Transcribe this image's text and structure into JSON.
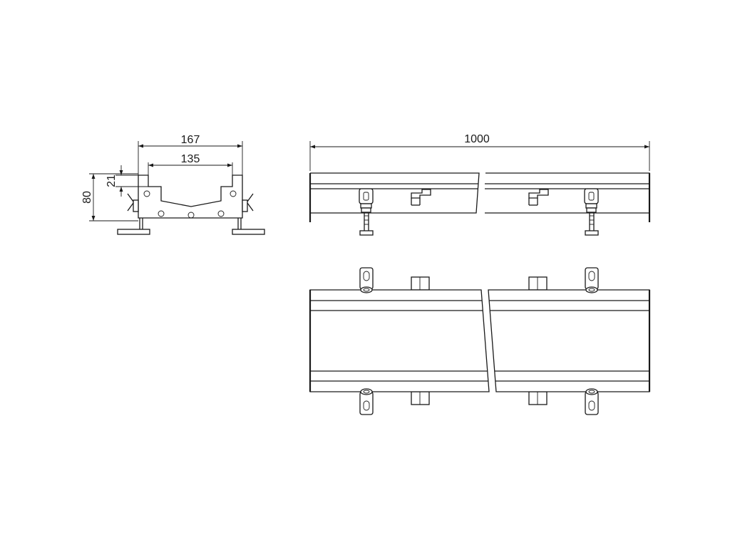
{
  "dimensions": {
    "width_outer": "167",
    "width_inner": "135",
    "height_total": "80",
    "height_top": "21",
    "length": "1000"
  },
  "colors": {
    "line": "#1a1a1a",
    "background": "#ffffff"
  }
}
